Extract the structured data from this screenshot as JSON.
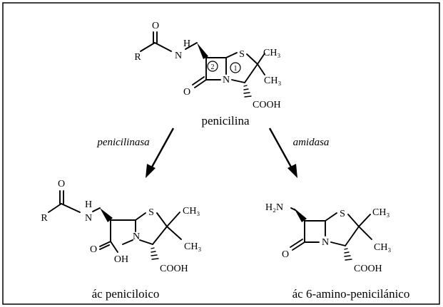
{
  "penicillin": {
    "name": "penicilina",
    "atoms": {
      "O_carbonyl": "O",
      "R": "R",
      "NH_N": "N",
      "NH_H": "H",
      "S": "S",
      "CH3_top": "CH3",
      "CH3_bottom": "CH3",
      "N_ring": "N",
      "O_lactam": "O",
      "COOH": "COOH"
    },
    "ring_labels": [
      "2",
      "1"
    ]
  },
  "reaction_left": {
    "label": "penicilinasa"
  },
  "reaction_right": {
    "label": "amidasa"
  },
  "penicilloic_acid": {
    "name": "ác peniciloico",
    "atoms": {
      "O_carbonyl": "O",
      "R": "R",
      "H": "H",
      "N_amide": "N",
      "S": "S",
      "CH3_top": "CH3",
      "CH3_bottom": "CH3",
      "N_ring": "N",
      "O_acid": "O",
      "OH": "OH",
      "COOH": "COOH"
    }
  },
  "aminopenicillanic_acid": {
    "name": "ác 6-amino-penicilánico",
    "atoms": {
      "H2N": "H2N",
      "S": "S",
      "CH3_top": "CH3",
      "CH3_bottom": "CH3",
      "N_ring": "N",
      "O_lactam": "O",
      "COOH": "COOH"
    }
  }
}
